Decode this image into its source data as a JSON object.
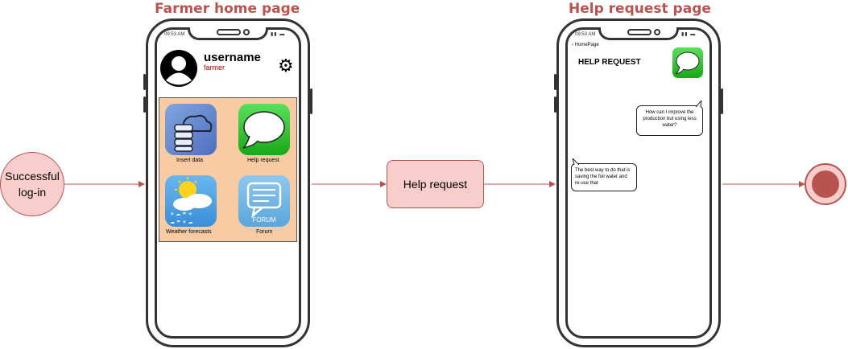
{
  "titles": {
    "farmer_home": "Farmer home page",
    "help_request_page": "Help request page"
  },
  "nodes": {
    "start": "Successful log-in",
    "action": "Help request"
  },
  "home_phone": {
    "status_time": "09:53 AM",
    "username": "username",
    "role": "farmer",
    "apps": [
      {
        "label": "Insert data",
        "icon": "database-cloud-icon"
      },
      {
        "label": "Help request",
        "icon": "chat-bubble-icon"
      },
      {
        "label": "Weather forecasts",
        "icon": "weather-icon"
      },
      {
        "label": "Forum",
        "icon": "forum-icon"
      }
    ],
    "forum_icon_text": "FORUM"
  },
  "help_phone": {
    "status_time": "09:53 AM",
    "back_label": "HomePage",
    "heading": "HELP REQUEST",
    "messages": [
      {
        "from": "farmer",
        "text": "How can I improve the production but using less water?"
      },
      {
        "from": "expert",
        "text": "The best way to do that is saving the foil water and re-use that"
      }
    ]
  },
  "colors": {
    "accent": "#b85450",
    "node_fill": "#f8cecc",
    "grid_fill": "#f8cba3"
  }
}
